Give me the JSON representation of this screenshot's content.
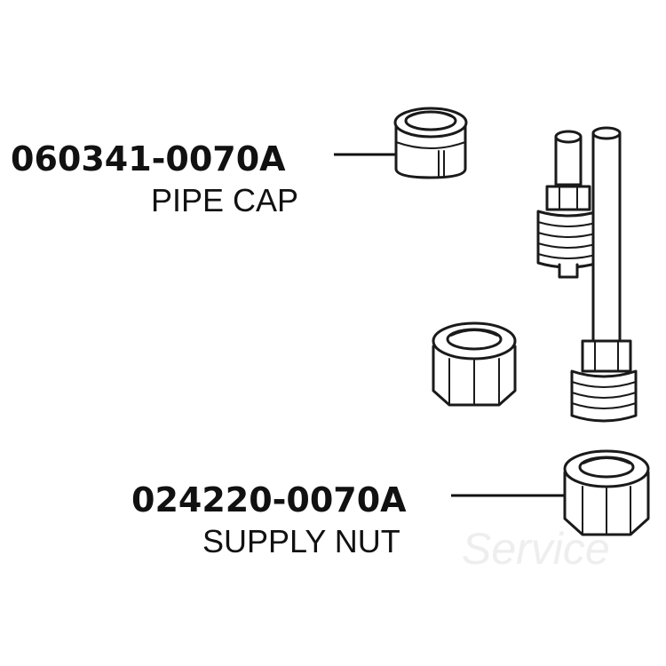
{
  "callouts": {
    "pipe_cap": {
      "part_number": "060341-0070A",
      "part_name": "PIPE CAP"
    },
    "supply_nut": {
      "part_number": "024220-0070A",
      "part_name": "SUPPLY NUT"
    }
  },
  "watermark": "Service",
  "colors": {
    "ink": "#1a1a1a",
    "background": "#ffffff",
    "watermark": "#eeeeee"
  }
}
